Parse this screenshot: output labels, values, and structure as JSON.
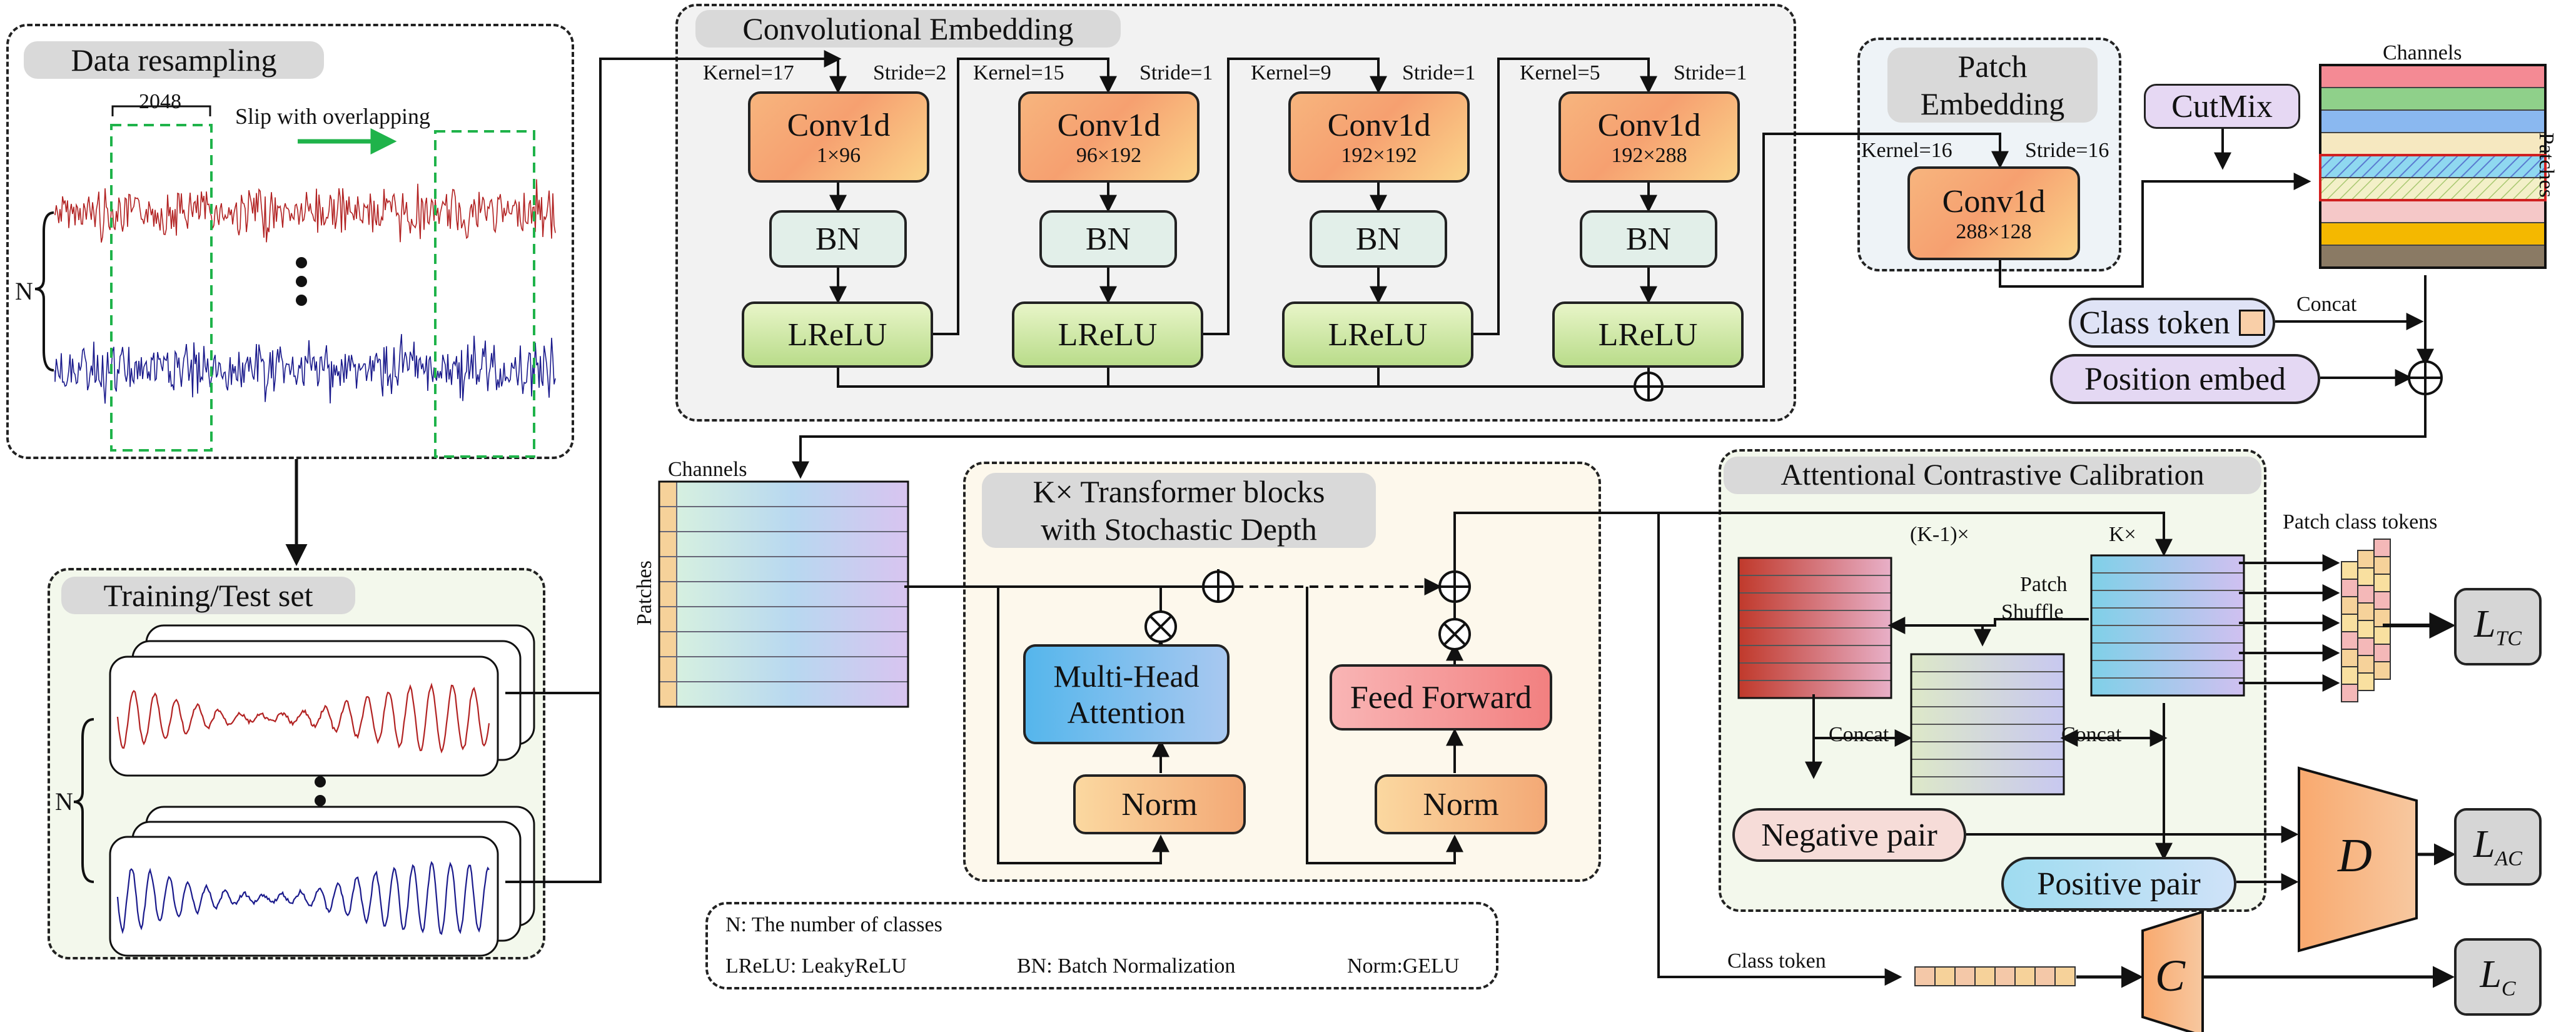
{
  "colors": {
    "red_signal": "#b22222",
    "blue_signal": "#1a1a8c",
    "green_dash": "#1fb34a",
    "panel_bg": "#f2f2f2",
    "conv_orange": "#f6a070",
    "bn_mint": "#e2efe9",
    "lrelu_green": "#b9dc8a"
  },
  "data_resampling": {
    "title": "Data resampling",
    "window_size": "2048",
    "slip_label": "Slip with overlapping",
    "n_label": "N"
  },
  "training": {
    "title": "Training/Test set",
    "n_label": "N"
  },
  "conv_embedding": {
    "title": "Convolutional Embedding",
    "blocks": [
      {
        "kernel": "Kernel=17",
        "stride": "Stride=2",
        "name": "Conv1d",
        "dims": "1×96",
        "bn": "BN",
        "act": "LReLU"
      },
      {
        "kernel": "Kernel=15",
        "stride": "Stride=1",
        "name": "Conv1d",
        "dims": "96×192",
        "bn": "BN",
        "act": "LReLU"
      },
      {
        "kernel": "Kernel=9",
        "stride": "Stride=1",
        "name": "Conv1d",
        "dims": "192×192",
        "bn": "BN",
        "act": "LReLU"
      },
      {
        "kernel": "Kernel=5",
        "stride": "Stride=1",
        "name": "Conv1d",
        "dims": "192×288",
        "bn": "BN",
        "act": "LReLU"
      }
    ],
    "plus_symbol": "⊕"
  },
  "patch_embedding": {
    "title_line1": "Patch",
    "title_line2": "Embedding",
    "kernel": "Kernel=16",
    "stride": "Stride=16",
    "name": "Conv1d",
    "dims": "288×128"
  },
  "cutmix": "CutMix",
  "patch_grid": {
    "channels": "Channels",
    "patches": "Patches"
  },
  "class_token": "Class token",
  "concat": "Concat",
  "position_embed": "Position embed",
  "tokens_grid": {
    "channels": "Channels",
    "patches": "Patches"
  },
  "transformer": {
    "title_line1": "K× Transformer blocks",
    "title_line2": "with Stochastic Depth",
    "mha_line1": "Multi-Head",
    "mha_line2": "Attention",
    "norm": "Norm",
    "ff": "Feed Forward"
  },
  "legend": {
    "line1": "N: The number of classes",
    "line2a": "LReLU: LeakyReLU",
    "line2b": "BN: Batch Normalization",
    "line2c": "Norm:GELU"
  },
  "acc": {
    "title": "Attentional Contrastive Calibration",
    "k_minus": "(K-1)×",
    "k": "K×",
    "patch_shuffle_line1": "Patch",
    "patch_shuffle_line2": "Shuffle",
    "concat_left": "Concat",
    "concat_right": "Concat",
    "negative": "Negative pair",
    "positive": "Positive pair"
  },
  "patch_class_tokens": "Patch class tokens",
  "outputs": {
    "ltc": "L",
    "ltc_sub": "TC",
    "lac": "L",
    "lac_sub": "AC",
    "lc": "L",
    "lc_sub": "C",
    "d": "D",
    "c": "C",
    "class_token": "Class token"
  }
}
